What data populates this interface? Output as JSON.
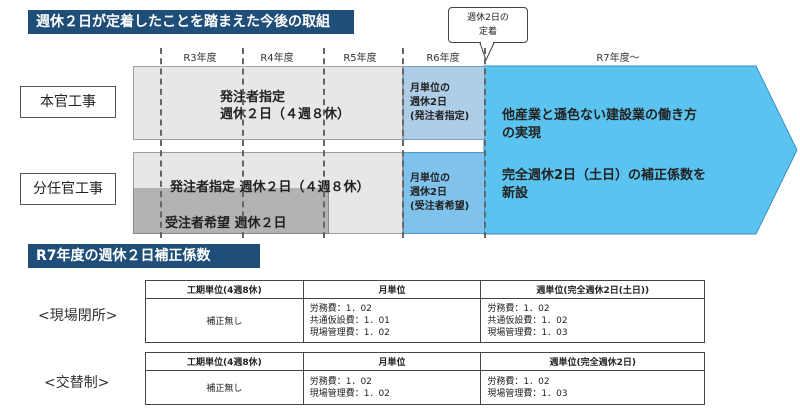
{
  "title_top": "週休２日が定着したことを踏まえた今後の取組",
  "callout": [
    "週休2日の",
    "定着"
  ],
  "years": [
    "R3年度",
    "R4年度",
    "R5年度",
    "R6年度",
    "R7年度～"
  ],
  "rows": {
    "honkan": {
      "label": "本官工事",
      "gray_text": [
        "発注者指定",
        "週休２日（４週８休）"
      ],
      "r6_text": [
        "月単位の",
        "週休2日",
        "(発注者指定)"
      ]
    },
    "bunnin": {
      "label": "分任官工事",
      "gray_text": "発注者指定 週休２日（４週８休）",
      "dark_text": "受注者希望 週休２日",
      "r6_text": [
        "月単位の",
        "週休2日",
        "(受注者希望)"
      ]
    }
  },
  "r7_text": {
    "line1": "他産業と遜色ない建設業の働き方",
    "line2": "の実現",
    "line3": "完全週休2日（土日）の補正係数を",
    "line4": "新設"
  },
  "title_bottom": "R7年度の週休２日補正係数",
  "tables": [
    {
      "label": "<現場閉所>",
      "headers": [
        "工期単位(4週8休)",
        "月単位",
        "週単位(完全週休2日(土日))"
      ],
      "col1": "補正無し",
      "col2": [
        "労務費：1．02",
        "共通仮設費：1．01",
        "現場管理費：1．02"
      ],
      "col3": [
        "労務費：1．02",
        "共通仮設費：1．02",
        "現場管理費：1．03"
      ]
    },
    {
      "label": "<交替制>",
      "headers": [
        "工期単位(4週8休)",
        "月単位",
        "週単位(完全週休2日)"
      ],
      "col1": "補正無し",
      "col2": [
        "労務費：1．02",
        "現場管理費：1．02"
      ],
      "col3": [
        "労務費：1．02",
        "現場管理費：1．03"
      ]
    }
  ],
  "colors": {
    "title_bg": "#1f4e79",
    "arrow_fill": "#5bc3f0",
    "r6_honkan": "#aecde7",
    "r6_bunnin": "#7fc2ec"
  }
}
